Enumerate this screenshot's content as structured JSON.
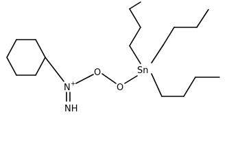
{
  "molecule": {
    "atoms": {
      "nitrogen_cation": "N",
      "nitrogen_charge": "+",
      "imine_nh": "NH",
      "oxygen_1": "O",
      "oxygen_2": "O",
      "tin": "Sn"
    }
  }
}
